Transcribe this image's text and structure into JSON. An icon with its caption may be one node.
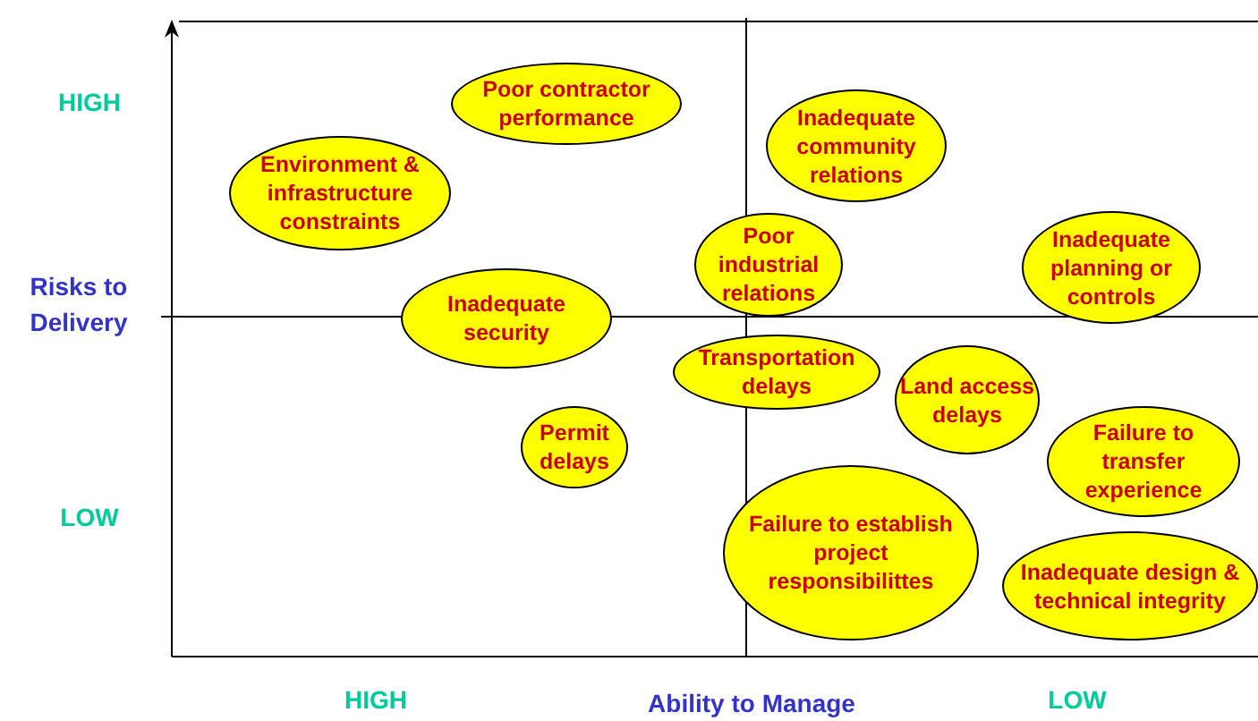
{
  "diagram": {
    "nodes": [
      {
        "text": [
          "Poor contractor performance"
        ]
      },
      {
        "text": [
          "Inadequate community relations"
        ]
      },
      {
        "text": [
          "Environment & infrastructure constraints"
        ]
      },
      {
        "text": [
          "Poor industrial relations"
        ]
      },
      {
        "text": [
          "Inadequate planning or controls"
        ]
      },
      {
        "text": [
          "Inadequate security"
        ]
      },
      {
        "text": [
          "Transportation delays"
        ]
      },
      {
        "text": [
          "Land access delays"
        ]
      },
      {
        "text": [
          "Permit delays"
        ]
      },
      {
        "text": [
          "Failure to transfer experience"
        ]
      },
      {
        "text": [
          "Failure to establish project responsibilittes"
        ]
      },
      {
        "text": [
          "Inadequate design & technical integrity"
        ]
      }
    ],
    "labels": [
      "HIGH",
      "Risks to Delivery",
      "LOW",
      "HIGH",
      "Ability to Manage",
      "LOW"
    ]
  }
}
